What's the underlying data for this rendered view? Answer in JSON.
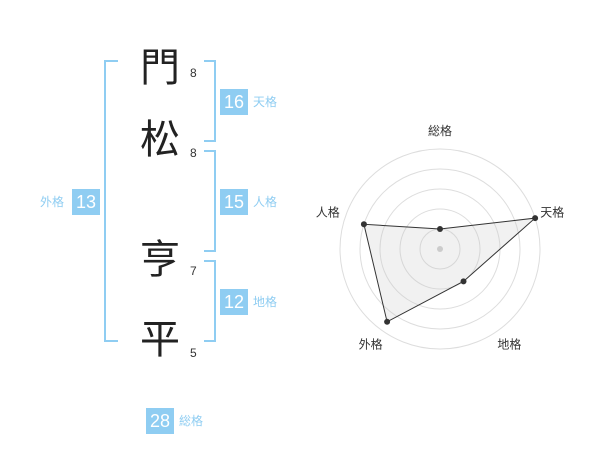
{
  "name": {
    "chars": [
      "門",
      "松",
      "亨",
      "平"
    ],
    "strokes": [
      "8",
      "8",
      "7",
      "5"
    ]
  },
  "kaku": {
    "ten": {
      "label": "天格",
      "value": "16"
    },
    "jin": {
      "label": "人格",
      "value": "15"
    },
    "chi": {
      "label": "地格",
      "value": "12"
    },
    "gai": {
      "label": "外格",
      "value": "13"
    },
    "sou": {
      "label": "総格",
      "value": "28"
    }
  },
  "colors": {
    "accent": "#8fcdf2",
    "text": "#222222"
  },
  "chart_data": {
    "type": "radar",
    "axes": [
      "総格",
      "天格",
      "地格",
      "外格",
      "人格"
    ],
    "values": [
      1,
      5,
      2,
      4.5,
      4
    ],
    "rmax": 5,
    "rings": 5
  }
}
